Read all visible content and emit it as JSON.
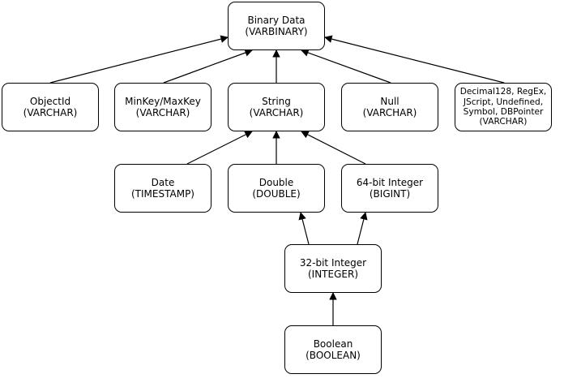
{
  "nodes": {
    "binary": {
      "lines": [
        "Binary Data",
        "(VARBINARY)"
      ]
    },
    "objectid": {
      "lines": [
        "ObjectId",
        "(VARCHAR)"
      ]
    },
    "minmax": {
      "lines": [
        "MinKey/MaxKey",
        "(VARCHAR)"
      ]
    },
    "string": {
      "lines": [
        "String",
        "(VARCHAR)"
      ]
    },
    "null": {
      "lines": [
        "Null",
        "(VARCHAR)"
      ]
    },
    "decimal": {
      "lines": [
        "Decimal128, RegEx,",
        "JScript, Undefined,",
        "Symbol, DBPointer",
        "(VARCHAR)"
      ]
    },
    "date": {
      "lines": [
        "Date",
        "(TIMESTAMP)"
      ]
    },
    "double": {
      "lines": [
        "Double",
        "(DOUBLE)"
      ]
    },
    "int64": {
      "lines": [
        "64-bit Integer",
        "(BIGINT)"
      ]
    },
    "int32": {
      "lines": [
        "32-bit Integer",
        "(INTEGER)"
      ]
    },
    "boolean": {
      "lines": [
        "Boolean",
        "(BOOLEAN)"
      ]
    }
  },
  "edges": [
    [
      "objectid",
      "binary"
    ],
    [
      "minmax",
      "binary"
    ],
    [
      "string",
      "binary"
    ],
    [
      "null",
      "binary"
    ],
    [
      "decimal",
      "binary"
    ],
    [
      "date",
      "string"
    ],
    [
      "double",
      "string"
    ],
    [
      "int64",
      "string"
    ],
    [
      "int32",
      "double"
    ],
    [
      "int32",
      "int64"
    ],
    [
      "boolean",
      "int32"
    ]
  ]
}
